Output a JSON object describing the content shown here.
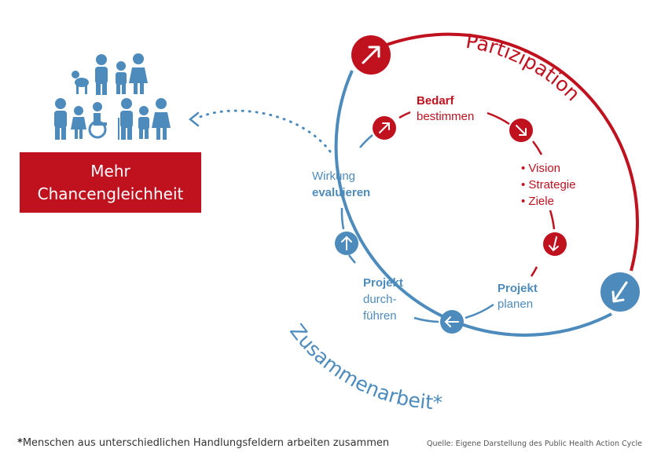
{
  "goal": {
    "line1": "Mehr",
    "line2": "Chancengleichheit"
  },
  "outer_cycle": {
    "top_label": "Partizipation",
    "bottom_label": "Zusammenarbeit*"
  },
  "inner_cycle": {
    "bedarf": {
      "line1": "Bedarf",
      "line2": "bestimmen"
    },
    "planung_items": [
      "• Vision",
      "• Strategie",
      "• Ziele"
    ],
    "planen": {
      "line1": "Projekt",
      "line2": "planen"
    },
    "durchfuehren": {
      "line1": "Projekt",
      "line2": "durch-",
      "line3": "führen"
    },
    "evaluieren": {
      "line1": "Wirkung",
      "line2": "evaluieren"
    }
  },
  "footnote": {
    "marker": "*",
    "text": "Menschen aus unterschiedlichen Handlungsfeldern arbeiten zusammen"
  },
  "source": "Quelle: Eigene Darstellung des Public Health Action Cycle",
  "icons": [
    "people-group-icon",
    "arrow-icon",
    "wheelchair-icon",
    "dog-icon"
  ],
  "colors": {
    "red": "#c0111f",
    "blue": "#4d8bbd"
  }
}
